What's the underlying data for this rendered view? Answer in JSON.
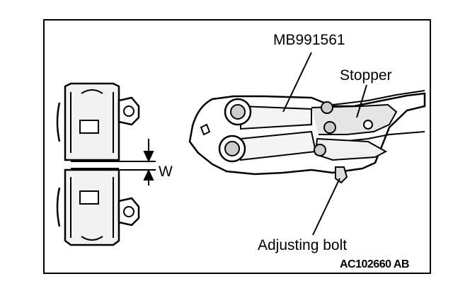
{
  "labels": {
    "tool_number": "MB991561",
    "stopper": "Stopper",
    "gap": "W",
    "adjusting_bolt": "Adjusting bolt",
    "figure_code": "AC102660 AB"
  },
  "colors": {
    "line": "#000000",
    "background": "#ffffff",
    "shade": "#d9d9d9"
  }
}
